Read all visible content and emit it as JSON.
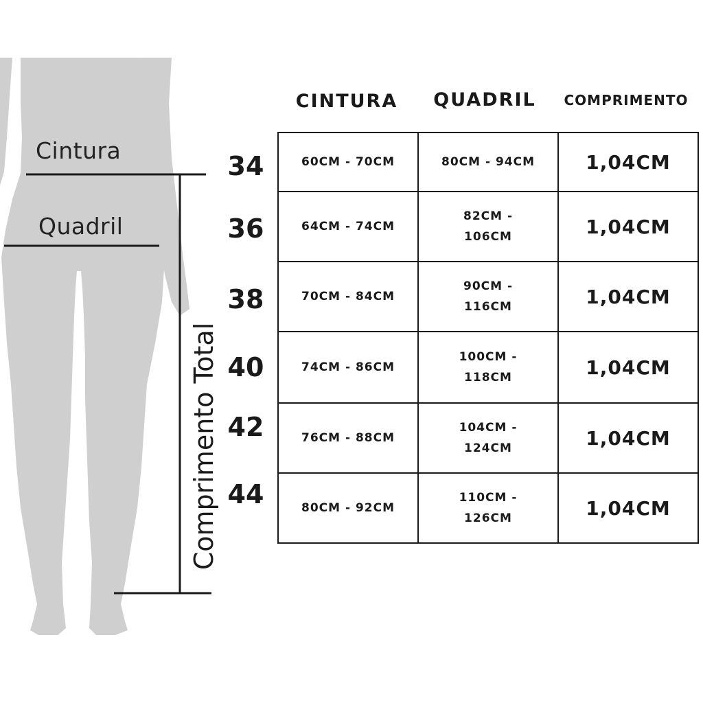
{
  "figure": {
    "labels": {
      "waist": "Cintura",
      "hip": "Quadril",
      "total_length": "Comprimento Total"
    },
    "silhouette_color": "#cfcfcf",
    "line_color": "#1a1a1a"
  },
  "table": {
    "headers": {
      "waist": "CINTURA",
      "hip": "QUADRIL",
      "length": "COMPRIMENTO"
    },
    "rows": [
      {
        "size": "34",
        "waist": "60CM - 70CM",
        "hip": "80CM - 94CM",
        "length": "1,04CM"
      },
      {
        "size": "36",
        "waist": "64CM - 74CM",
        "hip": "82CM -\n106CM",
        "length": "1,04CM"
      },
      {
        "size": "38",
        "waist": "70CM - 84CM",
        "hip": "90CM -\n116CM",
        "length": "1,04CM"
      },
      {
        "size": "40",
        "waist": "74CM - 86CM",
        "hip": "100CM -\n118CM",
        "length": "1,04CM"
      },
      {
        "size": "42",
        "waist": "76CM - 88CM",
        "hip": "104CM -\n124CM",
        "length": "1,04CM"
      },
      {
        "size": "44",
        "waist": "80CM - 92CM",
        "hip": "110CM -\n126CM",
        "length": "1,04CM"
      }
    ]
  }
}
